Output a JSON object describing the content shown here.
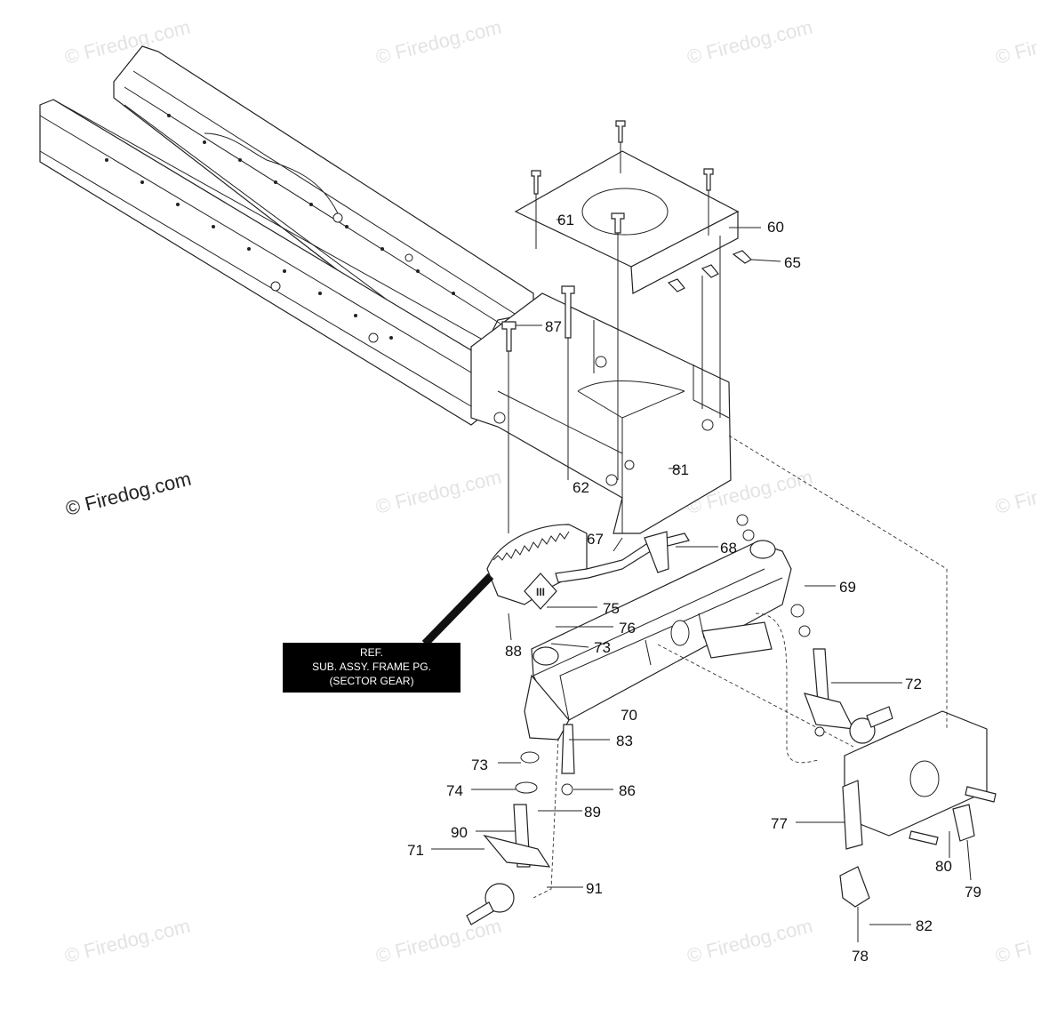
{
  "watermarks": [
    "© Firedog.com",
    "© Firedog.com",
    "© Firedog.com",
    "© Fir",
    "© Firedog.com",
    "© Firedog.com",
    "© Fir",
    "© Firedog.com",
    "© Firedog.com",
    "© Firedog.com",
    "© Fi"
  ],
  "main_watermark": "© Firedog.com",
  "reference_box": {
    "line1": "REF.",
    "line2": "SUB. ASSY. FRAME PG.",
    "line3": "(SECTOR GEAR)"
  },
  "diamond_label": "III",
  "callouts": {
    "c60": "60",
    "c61": "61",
    "c62": "62",
    "c65": "65",
    "c67": "67",
    "c68": "68",
    "c69": "69",
    "c70": "70",
    "c71": "71",
    "c72": "72",
    "c73a": "73",
    "c73b": "73",
    "c74": "74",
    "c75": "75",
    "c76": "76",
    "c77": "77",
    "c78": "78",
    "c79": "79",
    "c80": "80",
    "c81": "81",
    "c82": "82",
    "c83": "83",
    "c86": "86",
    "c87": "87",
    "c88": "88",
    "c89": "89",
    "c90": "90",
    "c91": "91"
  }
}
